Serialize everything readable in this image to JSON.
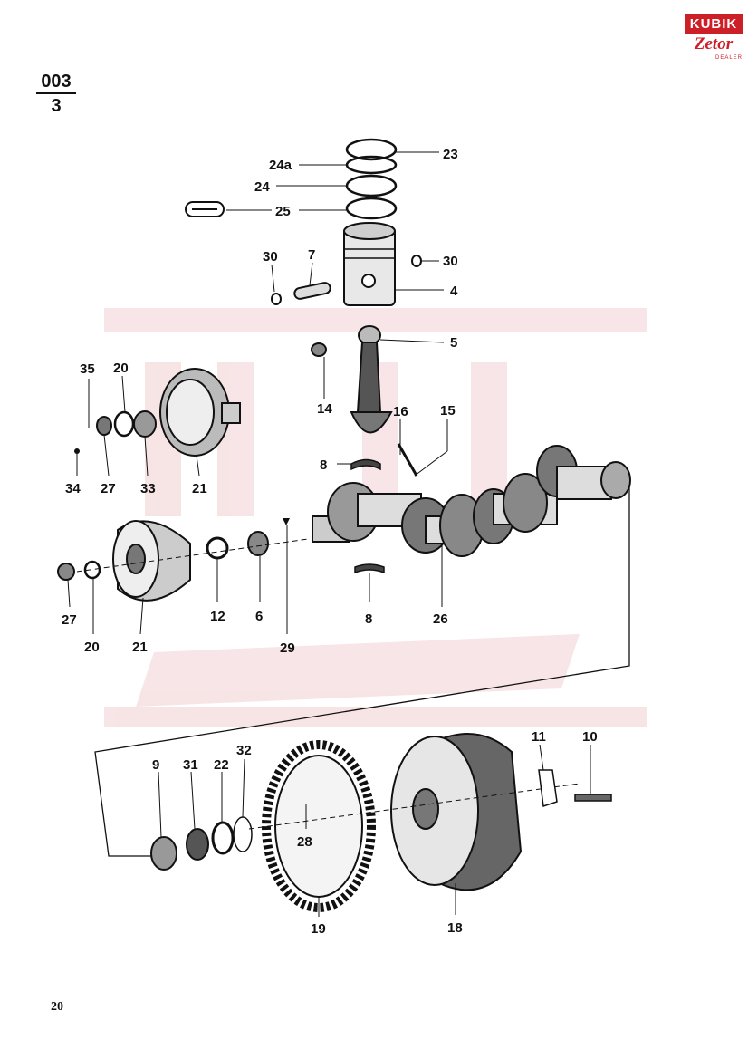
{
  "header": {
    "section_number": "003",
    "section_sub": "3"
  },
  "logo": {
    "brand": "KUBIK",
    "name": "Zetor",
    "tag": "DEALER",
    "color": "#cc1f28"
  },
  "footer": {
    "page_number": "20"
  },
  "callouts": {
    "c23": "23",
    "c24a": "24a",
    "c24": "24",
    "c25": "25",
    "c30a": "30",
    "c7": "7",
    "c30b": "30",
    "c4": "4",
    "c5": "5",
    "c35": "35",
    "c20a": "20",
    "c14": "14",
    "c16": "16",
    "c15": "15",
    "c34": "34",
    "c27a": "27",
    "c33": "33",
    "c21a": "21",
    "c8a": "8",
    "c12": "12",
    "c6": "6",
    "c29": "29",
    "c27b": "27",
    "c20b": "20",
    "c21b": "21",
    "c8b": "8",
    "c26": "26",
    "c11": "11",
    "c10": "10",
    "c9": "9",
    "c31": "31",
    "c22": "22",
    "c32": "32",
    "c28": "28",
    "c19": "19",
    "c18": "18"
  }
}
